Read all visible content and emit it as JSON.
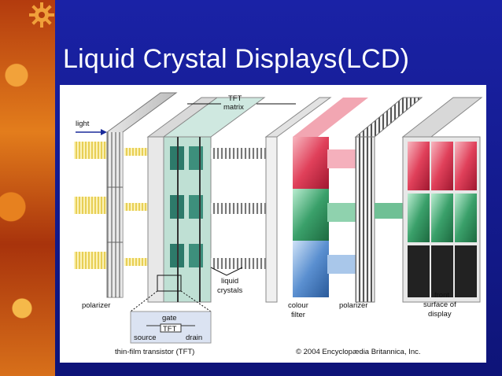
{
  "slide": {
    "title": "Liquid Crystal Displays(LCD)"
  },
  "diagram": {
    "labels": {
      "light": "light",
      "tft_matrix_line1": "TFT",
      "tft_matrix_line2": "matrix",
      "liquid_crystals_line1": "liquid",
      "liquid_crystals_line2": "crystals",
      "polarizer_left": "polarizer",
      "colour_filter_line1": "colour",
      "colour_filter_line2": "filter",
      "polarizer_right": "polarizer",
      "front_line1": "front",
      "front_line2": "surface of",
      "front_line3": "display",
      "gate": "gate",
      "tft": "TFT",
      "source": "source",
      "drain": "drain",
      "thin_film_transistor": "thin-film transistor (TFT)",
      "copyright": "© 2004 Encyclopædia Britannica, Inc."
    },
    "colors": {
      "red": "#e0405a",
      "green": "#3aa06a",
      "blue": "#5a8fd0",
      "light_yellow": "#f3e07a"
    }
  }
}
